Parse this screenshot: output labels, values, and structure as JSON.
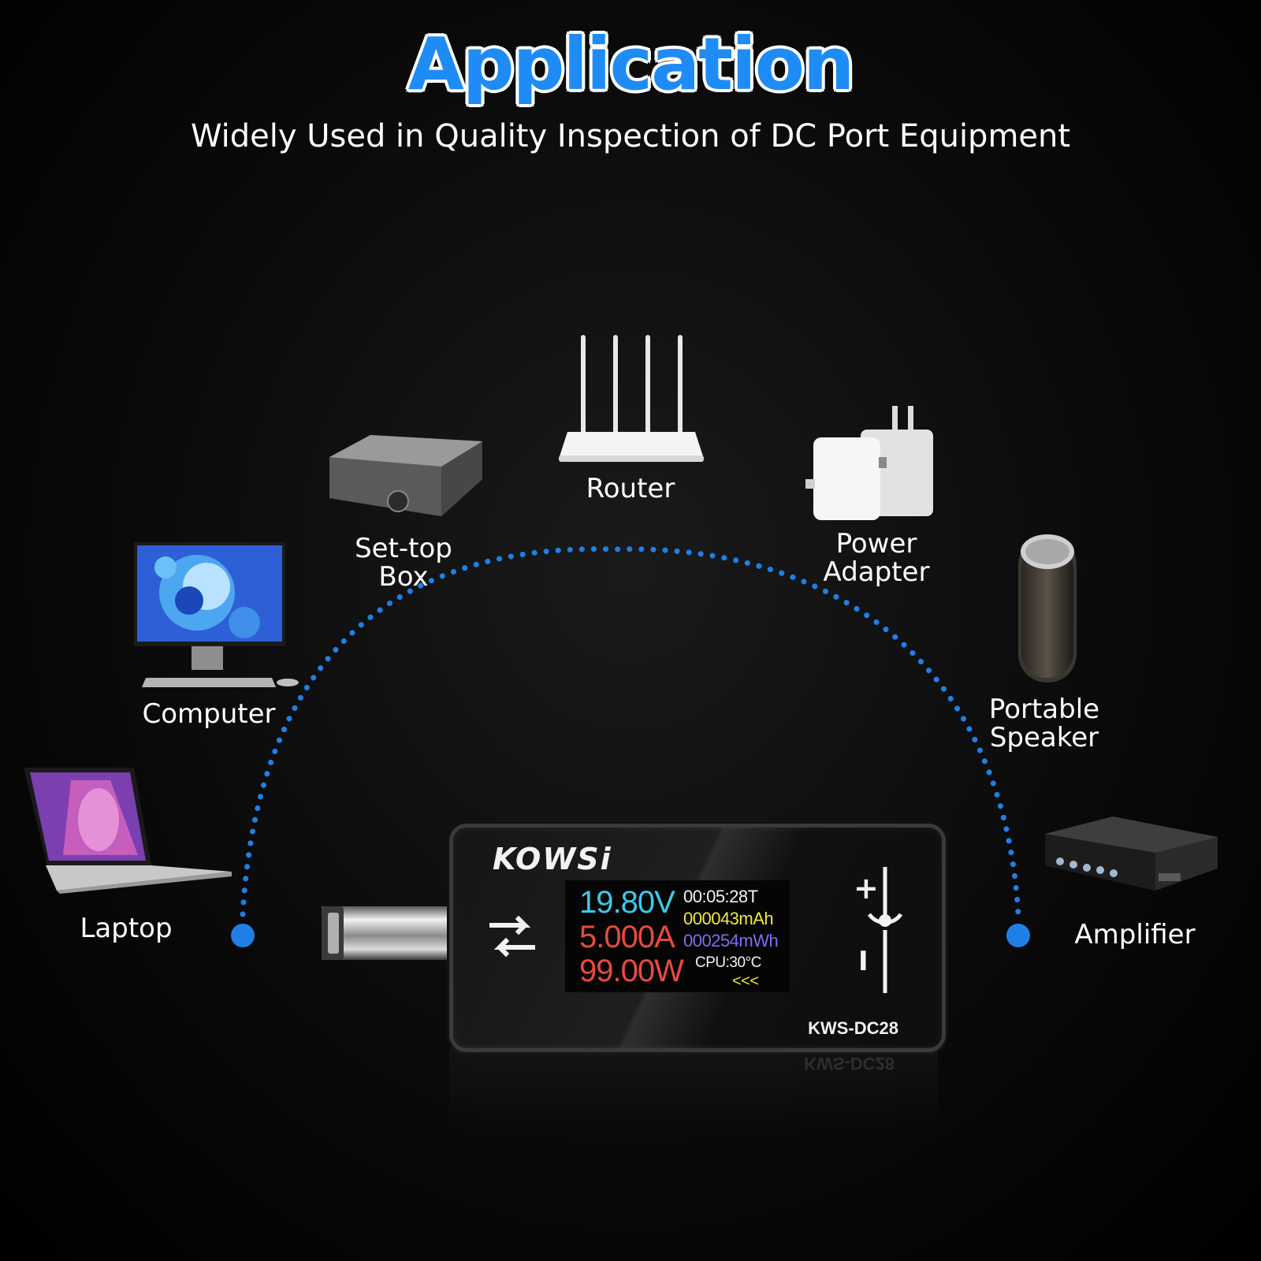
{
  "header": {
    "title": "Application",
    "subtitle": "Widely Used in Quality Inspection of DC Port Equipment"
  },
  "devices": {
    "router": "Router",
    "settop_line1": "Set-top",
    "settop_line2": "Box",
    "power_line1": "Power",
    "power_line2": "Adapter",
    "computer": "Computer",
    "speaker_line1": "Portable",
    "speaker_line2": "Speaker",
    "laptop": "Laptop",
    "amplifier": "Amplifier"
  },
  "meter": {
    "brand": "KOWSi",
    "model": "KWS-DC28",
    "voltage": "19.80V",
    "current": "5.000A",
    "power": "99.00W",
    "time": "00:05:28T",
    "capacity": "000043mAh",
    "energy": "000254mWh",
    "cpu": "CPU:30°C",
    "direction_arrows": "<<<",
    "plus_symbol": "+",
    "minus_symbol": "I"
  },
  "colors": {
    "accent": "#1f8cf5",
    "voltage": "#3ec9e8",
    "current": "#e84a3f",
    "power": "#e84a3f",
    "capacity": "#f2e93a",
    "energy": "#7b6ff2",
    "dots": "#1f7fe6"
  }
}
